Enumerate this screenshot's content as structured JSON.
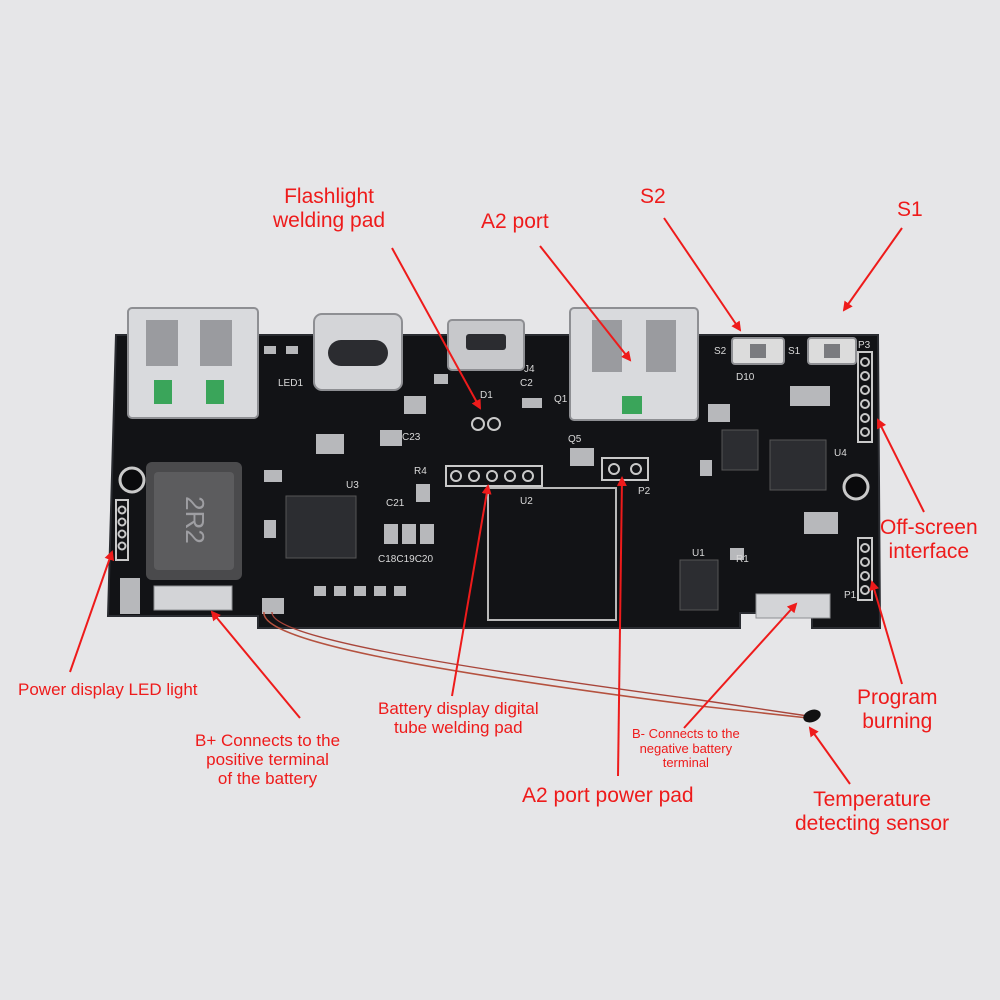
{
  "background_color": "#e6e6e8",
  "board_color": "#121316",
  "label_color": "#ee1b1b",
  "callouts": {
    "flashlight": [
      "Flashlight",
      "welding pad"
    ],
    "a2_port": [
      "A2 port"
    ],
    "s2": [
      "S2"
    ],
    "s1": [
      "S1"
    ],
    "off_screen": [
      "Off-screen",
      "interface"
    ],
    "program": [
      "Program",
      "burning"
    ],
    "temp_sensor": [
      "Temperature",
      "detecting sensor"
    ],
    "a2_power": [
      "A2 port power pad"
    ],
    "b_minus": [
      "B- Connects to the",
      "negative battery",
      "terminal"
    ],
    "battery_display": [
      "Battery display digital",
      "tube welding pad"
    ],
    "b_plus": [
      "B+ Connects to the",
      "positive terminal",
      "of the battery"
    ],
    "power_led": [
      "Power display LED light"
    ]
  },
  "silkscreen": {
    "led1": "LED1",
    "d1": "D1",
    "j4": "J4",
    "q1": "Q1",
    "c2": "C2",
    "s2": "S2",
    "s1": "S1",
    "p3": "P3",
    "d10": "D10",
    "u4": "U4",
    "u3": "U3",
    "u2": "U2",
    "u1": "U1",
    "p2": "P2",
    "p1": "P1",
    "c23": "C23",
    "c21": "C21",
    "c18_20": "C18C19C20",
    "r4": "R4",
    "q5": "Q5",
    "inductor": "2R2",
    "r1": "R1"
  }
}
